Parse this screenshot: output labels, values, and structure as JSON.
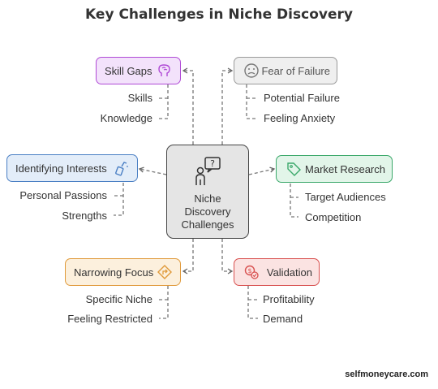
{
  "title": "Key Challenges in Niche Discovery",
  "center": {
    "line1": "Niche",
    "line2": "Discovery",
    "line3": "Challenges",
    "icon": "person-question-icon"
  },
  "nodes": {
    "skill_gaps": {
      "label": "Skill Gaps",
      "icon": "brain-icon",
      "color": "#b04bd6",
      "fill": "#f3e2fb",
      "children": [
        "Skills",
        "Knowledge"
      ]
    },
    "fear_of_failure": {
      "label": "Fear of Failure",
      "icon": "worried-face-icon",
      "color": "#9a9a9a",
      "fill": "#efefef",
      "children": [
        "Potential Failure",
        "Feeling Anxiety"
      ]
    },
    "identifying_interests": {
      "label": "Identifying Interests",
      "icon": "spray-bottle-icon",
      "color": "#4a7fc4",
      "fill": "#e3edf9",
      "children": [
        "Personal Passions",
        "Strengths"
      ]
    },
    "market_research": {
      "label": "Market Research",
      "icon": "tag-icon",
      "color": "#3aa86a",
      "fill": "#e2f5e9",
      "children": [
        "Target Audiences",
        "Competition"
      ]
    },
    "narrowing_focus": {
      "label": "Narrowing Focus",
      "icon": "direction-sign-icon",
      "color": "#e09a3a",
      "fill": "#fcf0dd",
      "children": [
        "Specific Niche",
        "Feeling Restricted"
      ]
    },
    "validation": {
      "label": "Validation",
      "icon": "money-check-icon",
      "color": "#d8504f",
      "fill": "#fbe3e2",
      "children": [
        "Profitability",
        "Demand"
      ]
    }
  },
  "footer": "selfmoneycare.com"
}
